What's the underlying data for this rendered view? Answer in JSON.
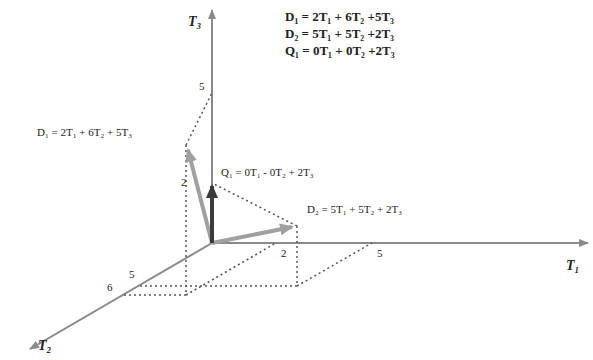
{
  "diagram": {
    "labels": [
      "D₁ = 2T₁ + 6T₂ +5T₃",
      "D₂ = 5T₁ + 5T₂ +2T₃",
      "Q₁ = 0T₁ + 0T₂ +2T₃",
      "T₃",
      "5",
      "2",
      "D₁ = 2T₁ + 6T₂ + 5T₃",
      "Q₁ = 0T₁ - 0T₂ + 2T₃",
      "D₂ = 5T₁ + 5T₂ + 2T₃",
      "2",
      "5",
      "T₁",
      "5",
      "6",
      "T₂"
    ]
  }
}
